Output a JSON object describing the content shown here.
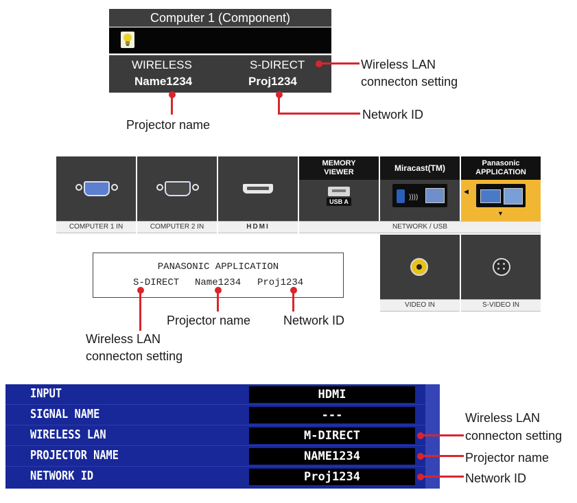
{
  "section1": {
    "title": "Computer 1 (Component)",
    "wireless_label": "WIRELESS",
    "mode_label": "S-DIRECT",
    "name_value": "Name1234",
    "id_value": "Proj1234",
    "callouts": {
      "wireless_line1": "Wireless LAN",
      "wireless_line2": "connecton setting",
      "network_id": "Network ID",
      "projector_name": "Projector name"
    }
  },
  "section2": {
    "tiles": [
      {
        "label": "COMPUTER 1 IN"
      },
      {
        "label": "COMPUTER 2 IN"
      },
      {
        "label": "HDMI"
      }
    ],
    "memory_viewer_line1": "MEMORY",
    "memory_viewer_line2": "VIEWER",
    "usb_label": "USB A",
    "miracast": "Miracast(TM)",
    "panasonic_line1": "Panasonic",
    "panasonic_line2": "APPLICATION",
    "network_usb_label": "NETWORK / USB",
    "video_in": "VIDEO IN",
    "svideo_in": "S-VIDEO IN",
    "lcd_line1": "PANASONIC APPLICATION",
    "lcd_mode": "S-DIRECT",
    "lcd_name": "Name1234",
    "lcd_id": "Proj1234",
    "callouts": {
      "projector_name": "Projector name",
      "network_id": "Network ID",
      "wireless_line1": "Wireless LAN",
      "wireless_line2": "connecton setting"
    }
  },
  "section3": {
    "rows": [
      {
        "label": "INPUT",
        "value": "HDMI"
      },
      {
        "label": "SIGNAL NAME",
        "value": "---"
      },
      {
        "label": "WIRELESS LAN",
        "value": "M-DIRECT"
      },
      {
        "label": "PROJECTOR NAME",
        "value": "NAME1234"
      },
      {
        "label": "NETWORK ID",
        "value": "Proj1234"
      }
    ],
    "callouts": {
      "wireless_line1": "Wireless LAN",
      "wireless_line2": "connecton setting",
      "projector_name": "Projector name",
      "network_id": "Network ID"
    }
  },
  "colors": {
    "callout_red": "#d9252e",
    "menu_blue": "#182898",
    "panasonic_gold": "#f2b732"
  }
}
